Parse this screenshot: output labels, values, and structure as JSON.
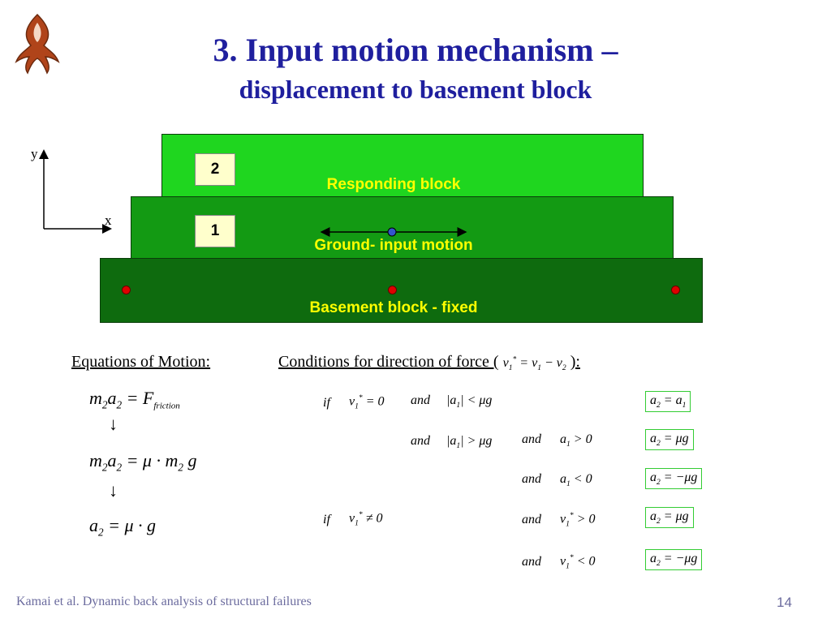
{
  "title": {
    "line1": "3. Input motion mechanism –",
    "line2": "displacement to basement block"
  },
  "diagram": {
    "block2_number": "2",
    "block1_number": "1",
    "responding_label": "Responding block",
    "ground_label": "Ground- input motion",
    "basement_label": "Basement block - fixed",
    "axis_y": "y",
    "axis_x": "x",
    "colors": {
      "responding": "#1fd61f",
      "ground": "#139a13",
      "basement": "#0e6b0e",
      "label": "#ffff00"
    }
  },
  "equations": {
    "heading": "Equations of Motion:",
    "conditions_heading": "Conditions for direction of force (",
    "conditions_close": "):"
  },
  "footer": {
    "citation": "Kamai et al. Dynamic back analysis of structural failures",
    "page": "14"
  }
}
